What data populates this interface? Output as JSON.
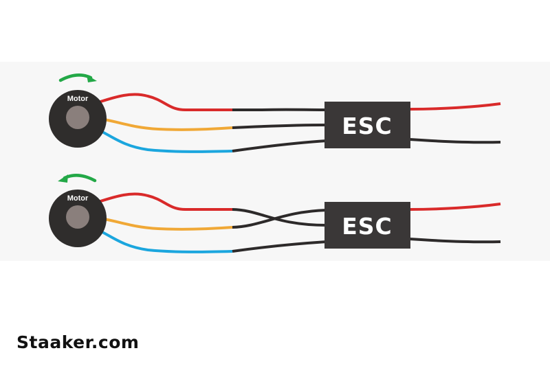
{
  "colors": {
    "band": "#f7f7f7",
    "motor_body": "#2f2d2c",
    "motor_hub": "#8a7f7c",
    "esc_body": "#3a3737",
    "wire_red": "#d92a2a",
    "wire_orange": "#f0a836",
    "wire_blue": "#1ba6de",
    "wire_black": "#2d2a2a",
    "arrow_green": "#23a847"
  },
  "diagram": {
    "rows": [
      {
        "motor_label": "Motor",
        "esc_label": "ESC",
        "rotation": "clockwise",
        "phase_wires": "straight"
      },
      {
        "motor_label": "Motor",
        "esc_label": "ESC",
        "rotation": "counter-clockwise",
        "phase_wires": "two-wires-swapped"
      }
    ]
  },
  "watermark": "Staaker.com"
}
